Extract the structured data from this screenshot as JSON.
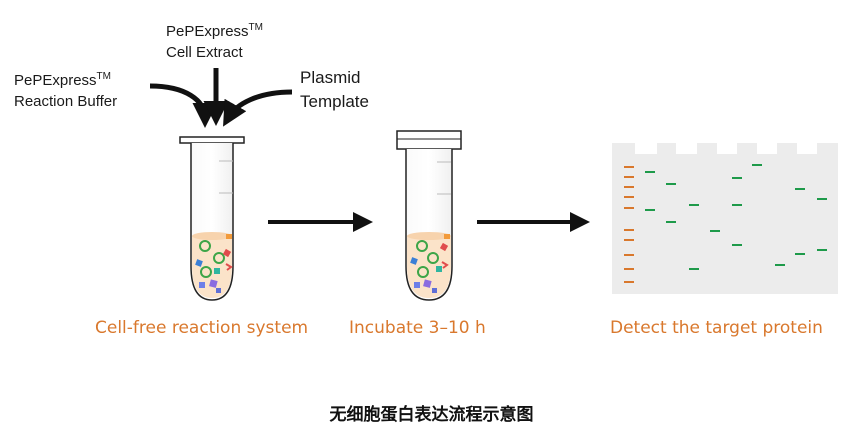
{
  "inputs": {
    "reaction_buffer": {
      "name": "PePExpress",
      "tm": "TM",
      "line2": "Reaction Buffer"
    },
    "cell_extract": {
      "name": "PePExpress",
      "tm": "TM",
      "line2": "Cell Extract"
    },
    "plasmid": {
      "line1": "Plasmid",
      "line2": "Template"
    }
  },
  "steps": [
    {
      "label": "Cell-free reaction system"
    },
    {
      "label": "Incubate 3–10 h"
    },
    {
      "label": "Detect the target protein"
    }
  ],
  "caption": "无细胞蛋白表达流程示意图",
  "colors": {
    "accent_orange": "#d9782d",
    "band_green": "#1e9a4a",
    "gel_bg": "#ececec",
    "ink": "#1a1a1a"
  },
  "icons": [
    "curved-arrow-icon",
    "down-arrow-icon",
    "right-arrow-icon",
    "tube-icon",
    "gel-icon"
  ]
}
